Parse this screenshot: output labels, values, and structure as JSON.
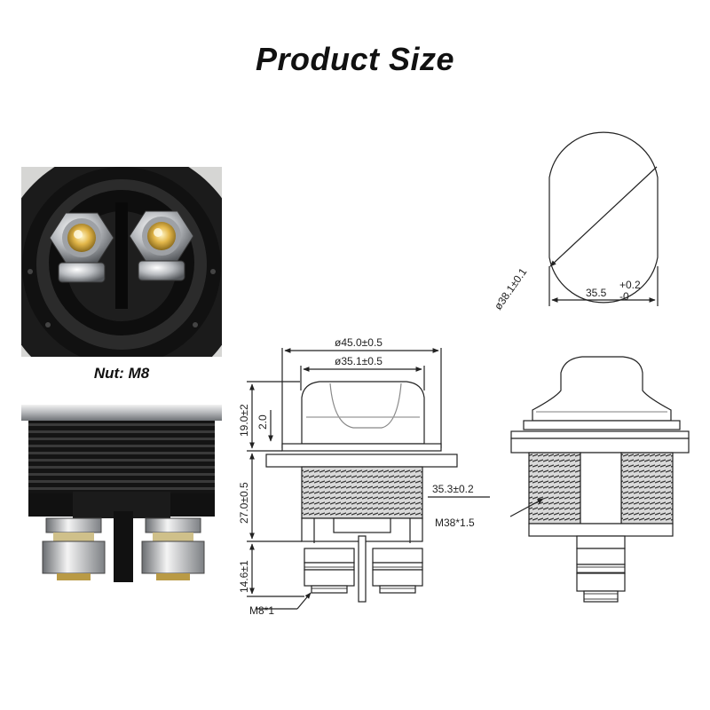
{
  "title": "Product Size",
  "photos": {
    "nut_caption": "Nut: M8"
  },
  "drawing": {
    "top_view": {
      "diameter_label": "ø38.1±0.1",
      "flat_width_label": "35.5",
      "flat_width_tol_upper": "+0.2",
      "flat_width_tol_lower": "-0"
    },
    "side_view": {
      "outer_diameter_label": "ø45.0±0.5",
      "cap_diameter_label": "ø35.1±0.5",
      "cap_height_label": "19.0±2",
      "flange_thickness_label": "2.0",
      "body_height_label": "27.0±0.5",
      "body_width_label": "35.3±0.2",
      "terminal_height_label": "14.6±1",
      "terminal_thread_label": "M8*1"
    },
    "front_view": {
      "thread_label": "M38*1.5"
    }
  }
}
